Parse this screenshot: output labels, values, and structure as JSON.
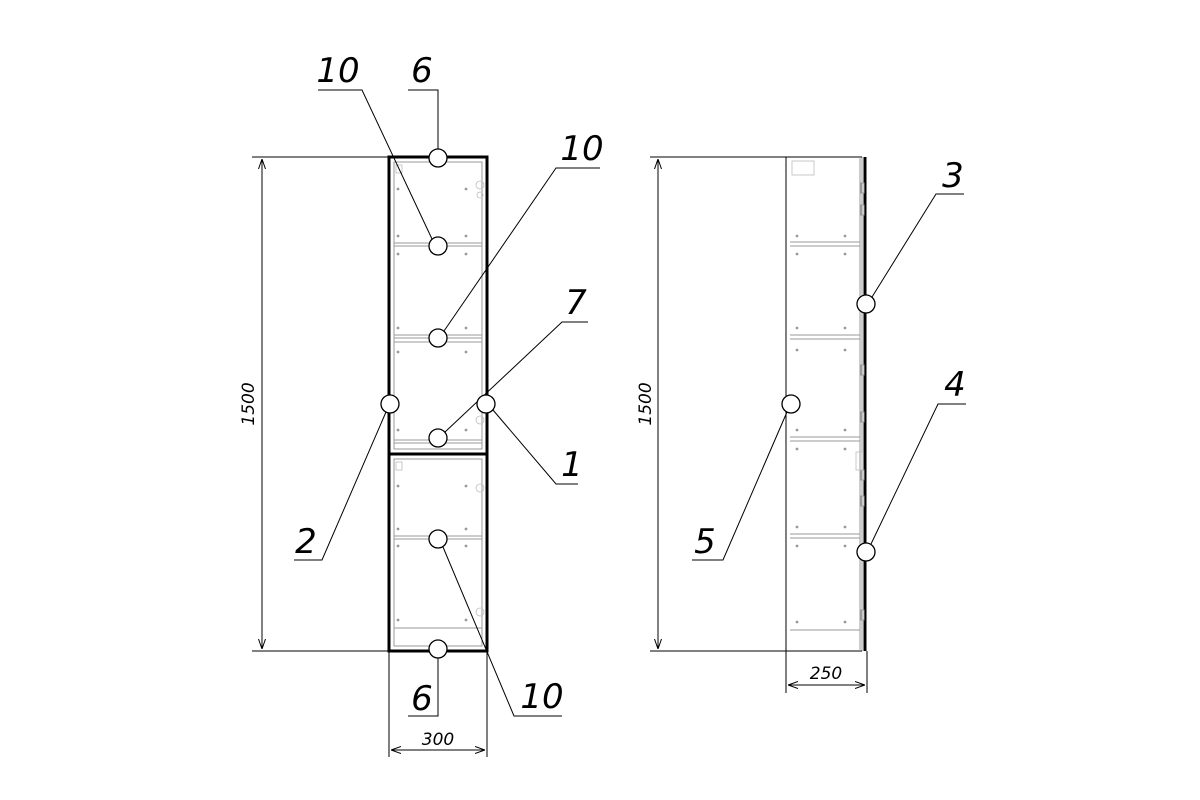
{
  "front_view": {
    "height_dimension": "1500",
    "width_dimension": "300",
    "callouts": {
      "top_left_10": "10",
      "top_6": "6",
      "mid_10": "10",
      "item_7": "7",
      "item_1": "1",
      "item_2": "2",
      "bottom_6": "6",
      "bottom_10": "10"
    }
  },
  "side_view": {
    "height_dimension": "1500",
    "depth_dimension": "250",
    "callouts": {
      "item_3": "3",
      "item_4": "4",
      "item_5": "5"
    }
  }
}
